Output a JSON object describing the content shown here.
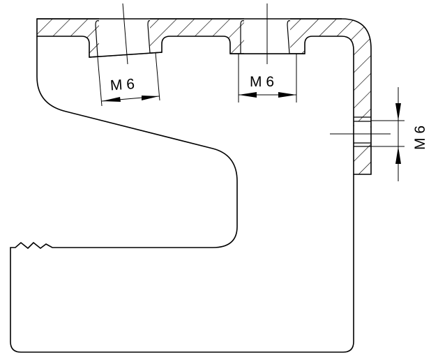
{
  "drawing": {
    "dimensions": [
      {
        "label": "M 6",
        "feature": "left-pocket-thread"
      },
      {
        "label": "M 6",
        "feature": "middle-pocket-thread"
      },
      {
        "label": "M 6",
        "feature": "side-wall-thread"
      }
    ],
    "line_color": "#000000",
    "background": "#ffffff"
  }
}
